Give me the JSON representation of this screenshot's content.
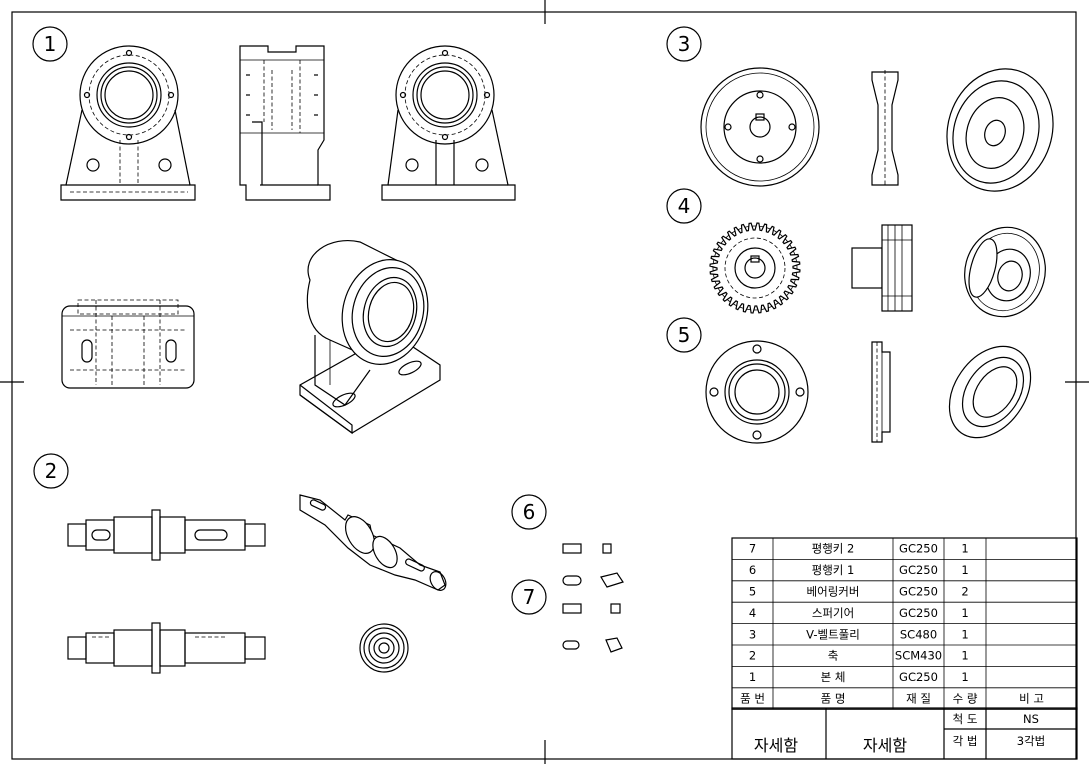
{
  "parts_list": {
    "rows": [
      {
        "no": "7",
        "name": "평행키 2",
        "material": "GC250",
        "qty": "1",
        "note": ""
      },
      {
        "no": "6",
        "name": "평행키 1",
        "material": "GC250",
        "qty": "1",
        "note": ""
      },
      {
        "no": "5",
        "name": "베어링커버",
        "material": "GC250",
        "qty": "2",
        "note": ""
      },
      {
        "no": "4",
        "name": "스퍼기어",
        "material": "GC250",
        "qty": "1",
        "note": ""
      },
      {
        "no": "3",
        "name": "V-벨트풀리",
        "material": "SC480",
        "qty": "1",
        "note": ""
      },
      {
        "no": "2",
        "name": "축",
        "material": "SCM430",
        "qty": "1",
        "note": ""
      },
      {
        "no": "1",
        "name": "본 체",
        "material": "GC250",
        "qty": "1",
        "note": ""
      }
    ],
    "headers": {
      "no": "품 번",
      "name": "품 명",
      "material": "재 질",
      "qty": "수 량",
      "note": "비 고"
    }
  },
  "title_block": {
    "scale_label": "척 도",
    "scale_value": "NS",
    "projection_label": "각 법",
    "projection_value": "3각법",
    "left_title": "자세함",
    "right_title": "자세함"
  },
  "balloons": {
    "b1": "1",
    "b2": "2",
    "b3": "3",
    "b4": "4",
    "b5": "5",
    "b6": "6",
    "b7": "7"
  }
}
